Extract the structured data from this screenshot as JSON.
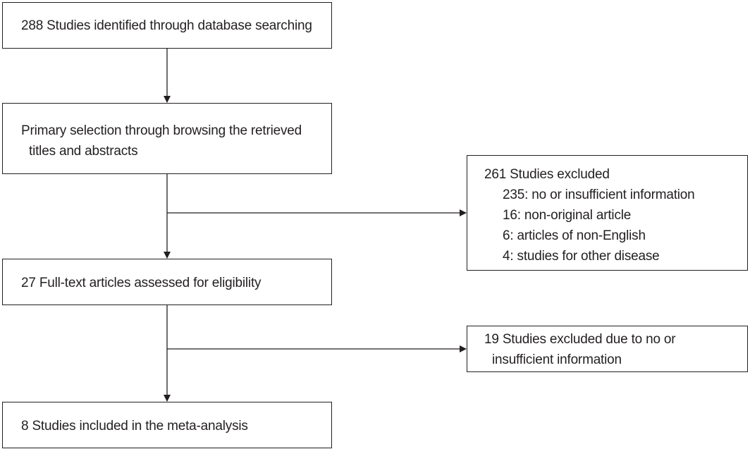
{
  "flow": {
    "identified": "288 Studies identified through database searching",
    "primary_selection": {
      "line1": "Primary selection through browsing the retrieved",
      "line2": "titles and abstracts"
    },
    "full_text": "27 Full-text articles assessed for eligibility",
    "included": "8 Studies included in the meta-analysis"
  },
  "exclusions": {
    "first": {
      "heading": "261 Studies excluded",
      "reasons": [
        "235: no or insufficient information",
        "16: non-original article",
        "6: articles of non-English",
        "4: studies for other disease"
      ]
    },
    "second": {
      "line1": "19 Studies excluded due to no or",
      "line2": "insufficient information"
    }
  },
  "colors": {
    "stroke": "#231f20",
    "background": "#ffffff"
  }
}
